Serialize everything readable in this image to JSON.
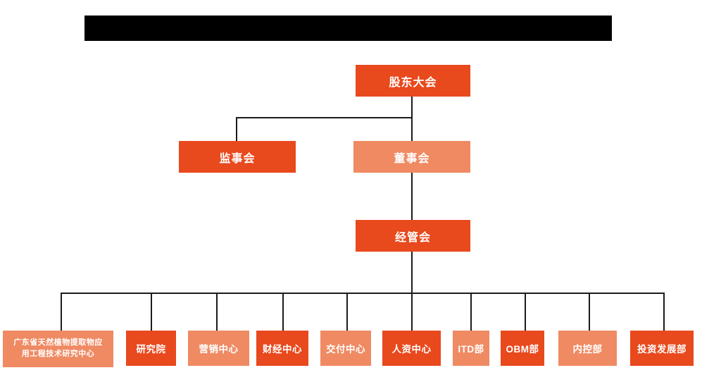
{
  "org": {
    "header_bar": {
      "note_redacted_black_bar": true
    },
    "root": {
      "label": "股东大会"
    },
    "level2": [
      {
        "label": "监事会",
        "style": "dark"
      },
      {
        "label": "董事会",
        "style": "light"
      }
    ],
    "level3": {
      "label": "经管会",
      "style": "dark"
    },
    "departments": [
      {
        "label": "广东省天然植物提取物应用工程技术研究中心",
        "style": "light"
      },
      {
        "label": "研究院",
        "style": "dark"
      },
      {
        "label": "营销中心",
        "style": "light"
      },
      {
        "label": "财经中心",
        "style": "dark"
      },
      {
        "label": "交付中心",
        "style": "light"
      },
      {
        "label": "人资中心",
        "style": "dark"
      },
      {
        "label": "ITD部",
        "style": "light"
      },
      {
        "label": "OBM部",
        "style": "dark"
      },
      {
        "label": "内控部",
        "style": "light"
      },
      {
        "label": "投资发展部",
        "style": "dark"
      }
    ]
  },
  "colors": {
    "primary_dark_orange": "#E8491D",
    "secondary_salmon": "#EF8A63",
    "connector_line": "#1b1b1b",
    "node_text": "#FFFFFF",
    "header_bar": "#000000",
    "background": "#FFFFFF"
  }
}
